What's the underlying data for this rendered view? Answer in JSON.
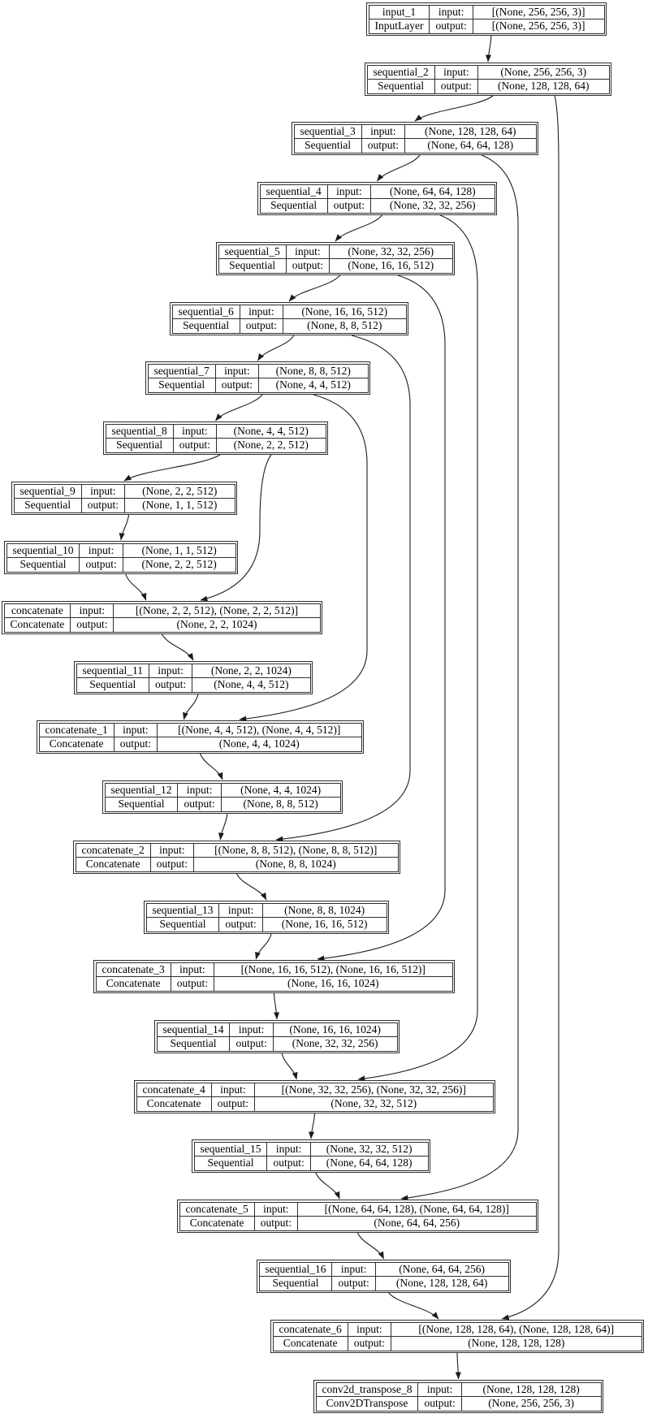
{
  "diagram": {
    "labels": {
      "input_label": "input:",
      "output_label": "output:"
    },
    "colors": {
      "background": "#ffffff",
      "line": "#1c1c1c",
      "text": "#000000",
      "border": "#2e2e2e"
    },
    "nodes": [
      {
        "name": "input_1",
        "class": "InputLayer",
        "input": "[(None, 256, 256, 3)]",
        "output": "[(None, 256, 256, 3)]"
      },
      {
        "name": "sequential_2",
        "class": "Sequential",
        "input": "(None, 256, 256, 3)",
        "output": "(None, 128, 128, 64)"
      },
      {
        "name": "sequential_3",
        "class": "Sequential",
        "input": "(None, 128, 128, 64)",
        "output": "(None, 64, 64, 128)"
      },
      {
        "name": "sequential_4",
        "class": "Sequential",
        "input": "(None, 64, 64, 128)",
        "output": "(None, 32, 32, 256)"
      },
      {
        "name": "sequential_5",
        "class": "Sequential",
        "input": "(None, 32, 32, 256)",
        "output": "(None, 16, 16, 512)"
      },
      {
        "name": "sequential_6",
        "class": "Sequential",
        "input": "(None, 16, 16, 512)",
        "output": "(None, 8, 8, 512)"
      },
      {
        "name": "sequential_7",
        "class": "Sequential",
        "input": "(None, 8, 8, 512)",
        "output": "(None, 4, 4, 512)"
      },
      {
        "name": "sequential_8",
        "class": "Sequential",
        "input": "(None, 4, 4, 512)",
        "output": "(None, 2, 2, 512)"
      },
      {
        "name": "sequential_9",
        "class": "Sequential",
        "input": "(None, 2, 2, 512)",
        "output": "(None, 1, 1, 512)"
      },
      {
        "name": "sequential_10",
        "class": "Sequential",
        "input": "(None, 1, 1, 512)",
        "output": "(None, 2, 2, 512)"
      },
      {
        "name": "concatenate",
        "class": "Concatenate",
        "input": "[(None, 2, 2, 512), (None, 2, 2, 512)]",
        "output": "(None, 2, 2, 1024)"
      },
      {
        "name": "sequential_11",
        "class": "Sequential",
        "input": "(None, 2, 2, 1024)",
        "output": "(None, 4, 4, 512)"
      },
      {
        "name": "concatenate_1",
        "class": "Concatenate",
        "input": "[(None, 4, 4, 512), (None, 4, 4, 512)]",
        "output": "(None, 4, 4, 1024)"
      },
      {
        "name": "sequential_12",
        "class": "Sequential",
        "input": "(None, 4, 4, 1024)",
        "output": "(None, 8, 8, 512)"
      },
      {
        "name": "concatenate_2",
        "class": "Concatenate",
        "input": "[(None, 8, 8, 512), (None, 8, 8, 512)]",
        "output": "(None, 8, 8, 1024)"
      },
      {
        "name": "sequential_13",
        "class": "Sequential",
        "input": "(None, 8, 8, 1024)",
        "output": "(None, 16, 16, 512)"
      },
      {
        "name": "concatenate_3",
        "class": "Concatenate",
        "input": "[(None, 16, 16, 512), (None, 16, 16, 512)]",
        "output": "(None, 16, 16, 1024)"
      },
      {
        "name": "sequential_14",
        "class": "Sequential",
        "input": "(None, 16, 16, 1024)",
        "output": "(None, 32, 32, 256)"
      },
      {
        "name": "concatenate_4",
        "class": "Concatenate",
        "input": "[(None, 32, 32, 256), (None, 32, 32, 256)]",
        "output": "(None, 32, 32, 512)"
      },
      {
        "name": "sequential_15",
        "class": "Sequential",
        "input": "(None, 32, 32, 512)",
        "output": "(None, 64, 64, 128)"
      },
      {
        "name": "concatenate_5",
        "class": "Concatenate",
        "input": "[(None, 64, 64, 128), (None, 64, 64, 128)]",
        "output": "(None, 64, 64, 256)"
      },
      {
        "name": "sequential_16",
        "class": "Sequential",
        "input": "(None, 64, 64, 256)",
        "output": "(None, 128, 128, 64)"
      },
      {
        "name": "concatenate_6",
        "class": "Concatenate",
        "input": "[(None, 128, 128, 64), (None, 128, 128, 64)]",
        "output": "(None, 128, 128, 128)"
      },
      {
        "name": "conv2d_transpose_8",
        "class": "Conv2DTranspose",
        "input": "(None, 128, 128, 128)",
        "output": "(None, 256, 256, 3)"
      }
    ],
    "edges": [
      [
        "input_1",
        "sequential_2"
      ],
      [
        "sequential_2",
        "sequential_3"
      ],
      [
        "sequential_3",
        "sequential_4"
      ],
      [
        "sequential_4",
        "sequential_5"
      ],
      [
        "sequential_5",
        "sequential_6"
      ],
      [
        "sequential_6",
        "sequential_7"
      ],
      [
        "sequential_7",
        "sequential_8"
      ],
      [
        "sequential_8",
        "sequential_9"
      ],
      [
        "sequential_9",
        "sequential_10"
      ],
      [
        "sequential_10",
        "concatenate"
      ],
      [
        "sequential_8",
        "concatenate"
      ],
      [
        "concatenate",
        "sequential_11"
      ],
      [
        "sequential_11",
        "concatenate_1"
      ],
      [
        "sequential_7",
        "concatenate_1"
      ],
      [
        "concatenate_1",
        "sequential_12"
      ],
      [
        "sequential_12",
        "concatenate_2"
      ],
      [
        "sequential_6",
        "concatenate_2"
      ],
      [
        "concatenate_2",
        "sequential_13"
      ],
      [
        "sequential_13",
        "concatenate_3"
      ],
      [
        "sequential_5",
        "concatenate_3"
      ],
      [
        "concatenate_3",
        "sequential_14"
      ],
      [
        "sequential_14",
        "concatenate_4"
      ],
      [
        "sequential_4",
        "concatenate_4"
      ],
      [
        "concatenate_4",
        "sequential_15"
      ],
      [
        "sequential_15",
        "concatenate_5"
      ],
      [
        "sequential_3",
        "concatenate_5"
      ],
      [
        "concatenate_5",
        "sequential_16"
      ],
      [
        "sequential_16",
        "concatenate_6"
      ],
      [
        "sequential_2",
        "concatenate_6"
      ],
      [
        "concatenate_6",
        "conv2d_transpose_8"
      ]
    ]
  }
}
